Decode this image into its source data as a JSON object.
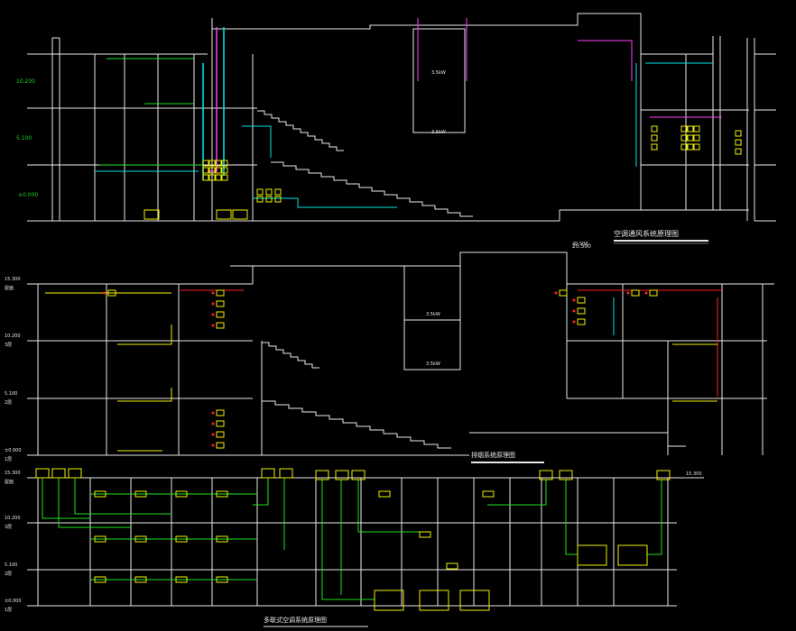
{
  "colors": {
    "background": "#000000",
    "structure": "#e8e8e8",
    "duct_supply": "#00e5e5",
    "duct_exhaust": "#ff40ff",
    "pipe_yellow": "#f0f000",
    "pipe_green": "#20e020",
    "equipment_red": "#ff2020",
    "elevation_green": "#20d020"
  },
  "section1": {
    "title": "空调通风系统原理图",
    "elevations": [
      "10.200",
      "5.100",
      "±0.000"
    ],
    "right_level": "20.500",
    "rooms": [
      "3.5kW",
      "3.5kW"
    ]
  },
  "section2": {
    "title": "排烟系统原理图",
    "elevations": [
      {
        "value": "15.300",
        "floor": "屋面"
      },
      {
        "value": "10.200",
        "floor": "3层"
      },
      {
        "value": "5.100",
        "floor": "2层"
      },
      {
        "value": "±0.000",
        "floor": "1层"
      }
    ],
    "top_level": "20.500",
    "center_rooms": [
      "3.5kW",
      "3.5kW"
    ]
  },
  "section3": {
    "title": "多联式空调系统原理图",
    "elevations": [
      {
        "value": "15.300",
        "floor": "屋面"
      },
      {
        "value": "10.200",
        "floor": "3层"
      },
      {
        "value": "5.100",
        "floor": "2层"
      },
      {
        "value": "±0.000",
        "floor": "1层"
      }
    ],
    "right_level": "15.300"
  }
}
